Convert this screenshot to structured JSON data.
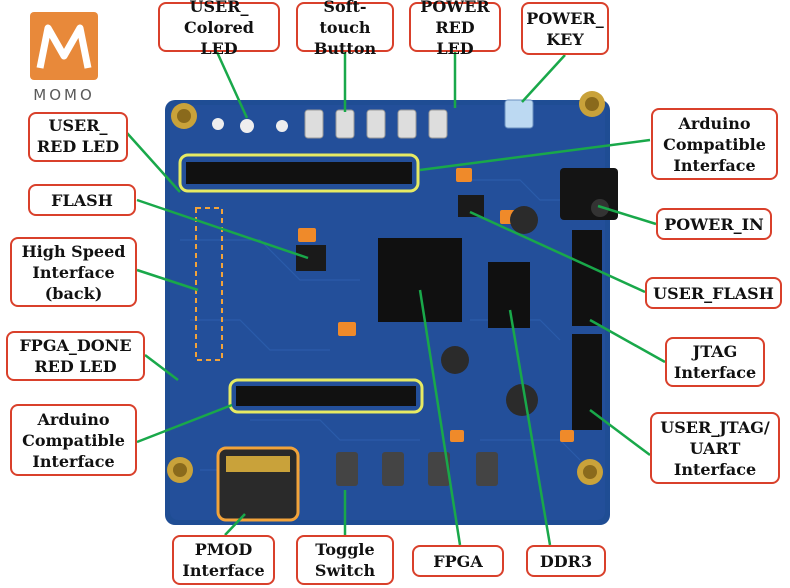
{
  "brand": {
    "name": "MOMO",
    "color": "#e8893a"
  },
  "colors": {
    "callout_border": "#d9402b",
    "leader_line": "#19a84a",
    "board": "#1f4d94",
    "highlight": "#e6ea63"
  },
  "labels": {
    "user_colored_led": "USER_\nColored LED",
    "soft_touch_button": "Soft-touch\nButton",
    "power_red_led": "POWER\nRED LED",
    "power_key": "POWER_\nKEY",
    "user_red_led": "USER_\nRED LED",
    "flash": "FLASH",
    "high_speed_interface": "High Speed\nInterface\n(back)",
    "fpga_done_red_led": "FPGA_DONE\nRED LED",
    "arduino_left": "Arduino\nCompatible\nInterface",
    "pmod_interface": "PMOD\nInterface",
    "toggle_switch": "Toggle\nSwitch",
    "fpga": "FPGA",
    "ddr3": "DDR3",
    "arduino_right": "Arduino\nCompatible\nInterface",
    "power_in": "POWER_IN",
    "user_flash": "USER_FLASH",
    "jtag_interface": "JTAG\nInterface",
    "user_jtag_uart": "USER_JTAG/\nUART\nInterface"
  }
}
